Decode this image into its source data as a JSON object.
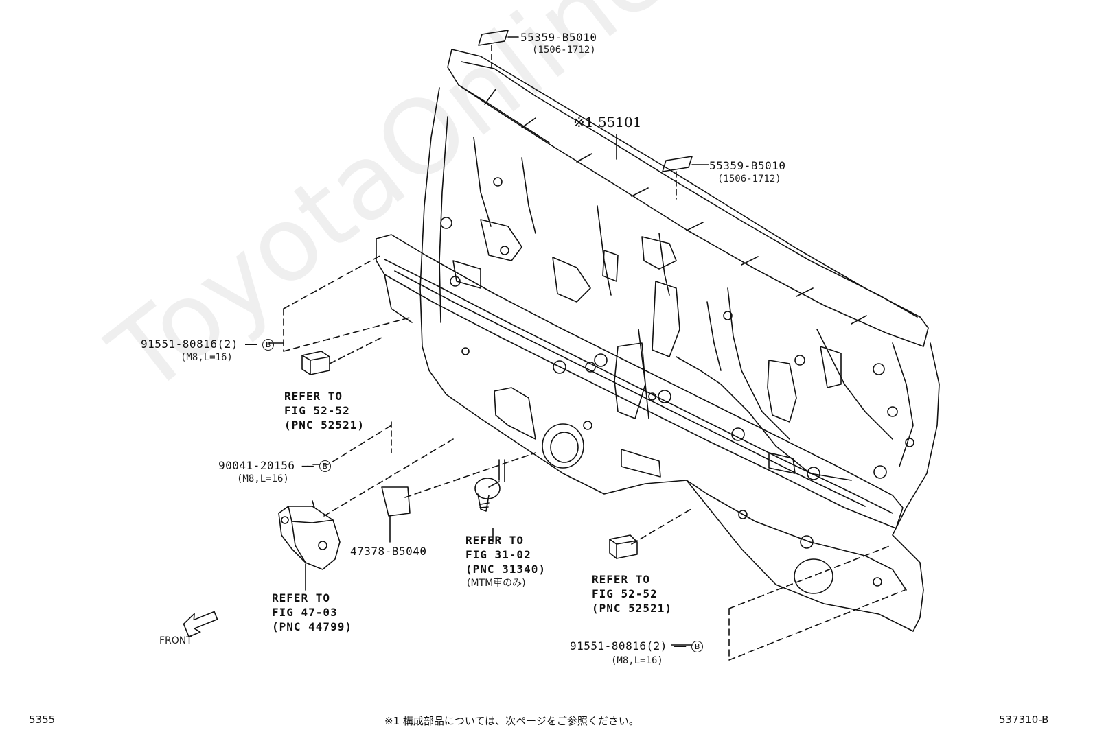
{
  "watermark": "ToyotaOnline.ru",
  "main_part": {
    "prefix": "※1",
    "number": "55101"
  },
  "labels": {
    "label_top": {
      "part": "55359-B5010",
      "range": "(1506-1712)"
    },
    "label_right": {
      "part": "55359-B5010",
      "range": "(1506-1712)"
    },
    "bolt_upper_left": {
      "part": "91551-80816(2)",
      "spec": "(M8,L=16)",
      "key": "B"
    },
    "bolt_mid_left": {
      "part": "90041-20156",
      "spec": "(M8,L=16)",
      "key": "B"
    },
    "bolt_lower_right": {
      "part": "91551-80816(2)",
      "spec": "(M8,L=16)",
      "key": "B"
    },
    "plate_part": {
      "part": "47378-B5040"
    }
  },
  "refs": {
    "ref_clip_left": [
      "REFER TO",
      "FIG 52-52",
      "(PNC 52521)"
    ],
    "ref_clip_right": [
      "REFER TO",
      "FIG 52-52",
      "(PNC 52521)"
    ],
    "ref_grommet": [
      "REFER TO",
      "FIG 31-02",
      "(PNC 31340)"
    ],
    "ref_grommet_note": "(MTM車のみ)",
    "ref_actuator": [
      "REFER TO",
      "FIG 47-03",
      "(PNC 44799)"
    ]
  },
  "front_label": "FRONT",
  "footer": {
    "left": "5355",
    "center": "※1 構成部品については、次ページをご参照ください。",
    "right": "537310-B"
  }
}
